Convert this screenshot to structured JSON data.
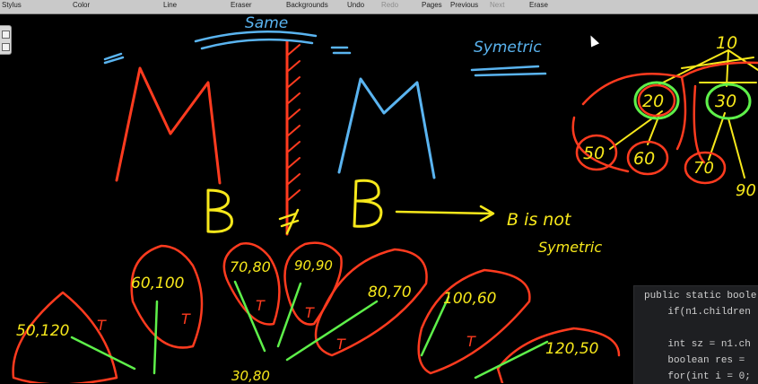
{
  "toolbar": {
    "items": [
      {
        "label": "Stylus",
        "enabled": true
      },
      {
        "label": "Color",
        "enabled": true
      },
      {
        "label": "Line",
        "enabled": true
      },
      {
        "label": "Eraser",
        "enabled": true
      },
      {
        "label": "Backgrounds",
        "enabled": true
      },
      {
        "label": "Undo",
        "enabled": true
      },
      {
        "label": "Redo",
        "enabled": false
      },
      {
        "label": "Pages",
        "enabled": true
      },
      {
        "label": "Previous",
        "enabled": true
      },
      {
        "label": "Next",
        "enabled": false
      },
      {
        "label": "Erase",
        "enabled": true
      }
    ]
  },
  "board": {
    "background": "#000000",
    "ink_colors": {
      "red": "#ff3b1f",
      "blue": "#5ab4f0",
      "yellow": "#f7e81b",
      "green": "#5ef04a"
    },
    "handwriting": {
      "same": "Same",
      "symmetric_title": "Symetric",
      "letter_m_left": "M",
      "letter_m_right": "M",
      "letter_b_left": "B",
      "letter_b_right": "B",
      "b_not": "B is not",
      "b_symmetric": "Symetric"
    },
    "tree": {
      "root": "10",
      "children": [
        "20",
        "30"
      ],
      "grandchildren": [
        "50",
        "60",
        "70",
        "90"
      ]
    },
    "pairs": [
      "50,120",
      "60,100",
      "70,80",
      "90,90",
      "80,70",
      "100,60",
      "120,50",
      "30,80"
    ],
    "t_marks": [
      "T",
      "T",
      "T",
      "T",
      "T",
      "T"
    ]
  },
  "code": {
    "lines": [
      {
        "kw": "",
        "text": "public static boole"
      },
      {
        "kw": "",
        "text": "    if(n1.children"
      },
      {
        "kw": "",
        "text": ""
      },
      {
        "kw": "",
        "text": "    int sz = n1.ch"
      },
      {
        "kw": "",
        "text": "    boolean res = "
      },
      {
        "kw": "",
        "text": "    for(int i = 0;"
      }
    ]
  }
}
